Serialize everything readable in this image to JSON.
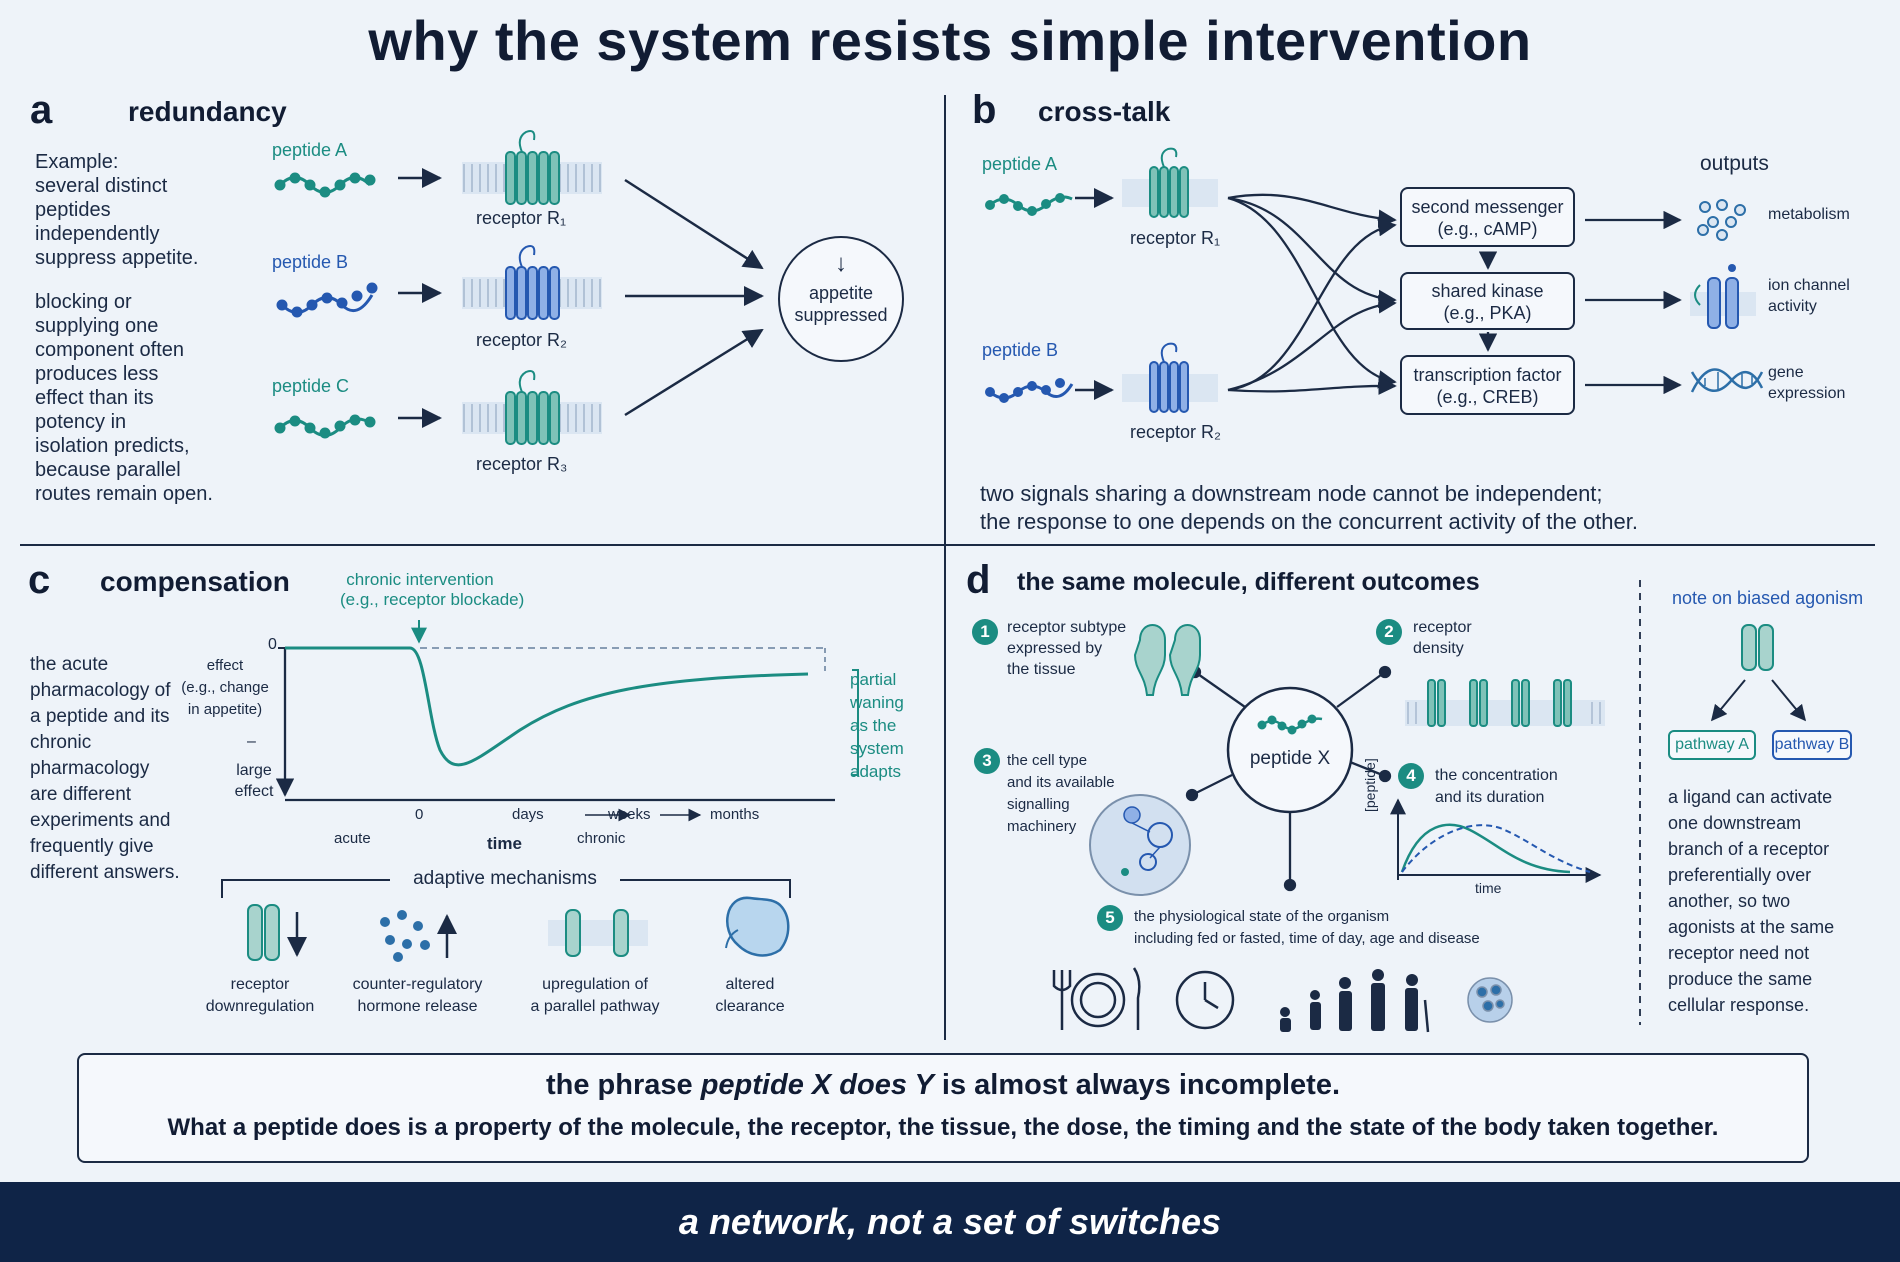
{
  "title": "why the system resists simple intervention",
  "panel_a": {
    "letter": "a",
    "heading": "redundancy",
    "text_lines": [
      "Example:",
      "several distinct",
      "peptides",
      "independently",
      "suppress appetite.",
      "",
      "blocking or",
      "supplying one",
      "component often",
      "produces less",
      "effect than its",
      "potency in",
      "isolation predicts,",
      "because parallel",
      "routes remain open."
    ],
    "peptides": [
      "peptide A",
      "peptide B",
      "peptide C"
    ],
    "receptors": [
      "receptor R₁",
      "receptor R₂",
      "receptor R₃"
    ],
    "outcome_arrow": "↓",
    "outcome_line1": "appetite",
    "outcome_line2": "suppressed"
  },
  "panel_b": {
    "letter": "b",
    "heading": "cross-talk",
    "peptides": [
      "peptide A",
      "peptide B"
    ],
    "receptors": [
      "receptor R₁",
      "receptor R₂"
    ],
    "nodes": [
      {
        "line1": "second messenger",
        "line2": "(e.g., cAMP)"
      },
      {
        "line1": "shared kinase",
        "line2": "(e.g., PKA)"
      },
      {
        "line1": "transcription factor",
        "line2": "(e.g., CREB)"
      }
    ],
    "outputs_title": "outputs",
    "outputs": [
      {
        "line1": "metabolism",
        "line2": ""
      },
      {
        "line1": "ion channel",
        "line2": "activity"
      },
      {
        "line1": "gene",
        "line2": "expression"
      }
    ],
    "caption_line1": "two signals sharing a downstream node cannot be independent;",
    "caption_line2": "the response to one depends on the concurrent activity of the other."
  },
  "panel_c": {
    "letter": "c",
    "heading": "compensation",
    "text_lines": [
      "the acute",
      "pharmacology of",
      "a peptide and its",
      "chronic",
      "pharmacology",
      "are different",
      "experiments and",
      "frequently give",
      "different answers."
    ],
    "intervention_line1": "chronic intervention",
    "intervention_line2": "(e.g., receptor blockade)",
    "y_label_lines": [
      "effect",
      "(e.g., change",
      "in appetite)"
    ],
    "y_top_tick": "0",
    "y_bottom_dash": "–",
    "y_bottom_lines": [
      "large",
      "effect"
    ],
    "x_zero": "0",
    "x_days": "days",
    "x_weeks": "weeks",
    "x_months": "months",
    "x_acute": "acute",
    "x_title": "time",
    "x_chronic": "chronic",
    "waning_lines": [
      "partial",
      "waning",
      "as the",
      "system",
      "adapts"
    ],
    "mechanisms_title": "adaptive mechanisms",
    "mechanisms": [
      {
        "line1": "receptor",
        "line2": "downregulation"
      },
      {
        "line1": "counter-regulatory",
        "line2": "hormone release"
      },
      {
        "line1": "upregulation of",
        "line2": "a parallel pathway"
      },
      {
        "line1": "altered",
        "line2": "clearance"
      }
    ]
  },
  "panel_d": {
    "letter": "d",
    "heading": "the same molecule, different outcomes",
    "center": "peptide X",
    "factors": [
      {
        "num": "1",
        "lines": [
          "receptor subtype",
          "expressed by",
          "the tissue"
        ]
      },
      {
        "num": "2",
        "lines": [
          "receptor",
          "density"
        ]
      },
      {
        "num": "3",
        "lines": [
          "the cell type",
          "and its available",
          "signalling",
          "machinery"
        ]
      },
      {
        "num": "4",
        "lines": [
          "the concentration",
          "and its duration"
        ]
      },
      {
        "num": "5",
        "lines": [
          "the physiological state of the organism",
          "including fed or fasted, time of day, age and disease"
        ]
      }
    ],
    "conc_ylabel": "[peptide]",
    "conc_xlabel": "time"
  },
  "note": {
    "title": "note on biased agonism",
    "pathway_a": "pathway A",
    "pathway_b": "pathway B",
    "text_lines": [
      "a ligand can activate",
      "one downstream",
      "branch of a receptor",
      "preferentially over",
      "another, so two",
      "agonists at the same",
      "receptor need not",
      "produce the same",
      "cellular response."
    ]
  },
  "footer": {
    "line1_pre": "the phrase ",
    "line1_em": "peptide X does Y",
    "line1_post": " is almost always incomplete.",
    "line2": "What a peptide does is a property of the molecule, the receptor, the tissue, the dose, the timing and the state of the body taken together."
  },
  "band_text": "a network, not a set of switches",
  "colors": {
    "teal": "#1b8c82",
    "blue": "#2558b0",
    "navy": "#0f2447",
    "ink": "#1b2a44",
    "background": "#eef3f9"
  },
  "icons": [
    "peptide-chain-icon",
    "receptor-icon",
    "molecules-icon",
    "ion-channel-icon",
    "dna-icon",
    "cell-icon",
    "kidney-icon",
    "fork-knife-plate-icon",
    "clock-icon",
    "age-figures-icon",
    "disease-cell-icon"
  ]
}
